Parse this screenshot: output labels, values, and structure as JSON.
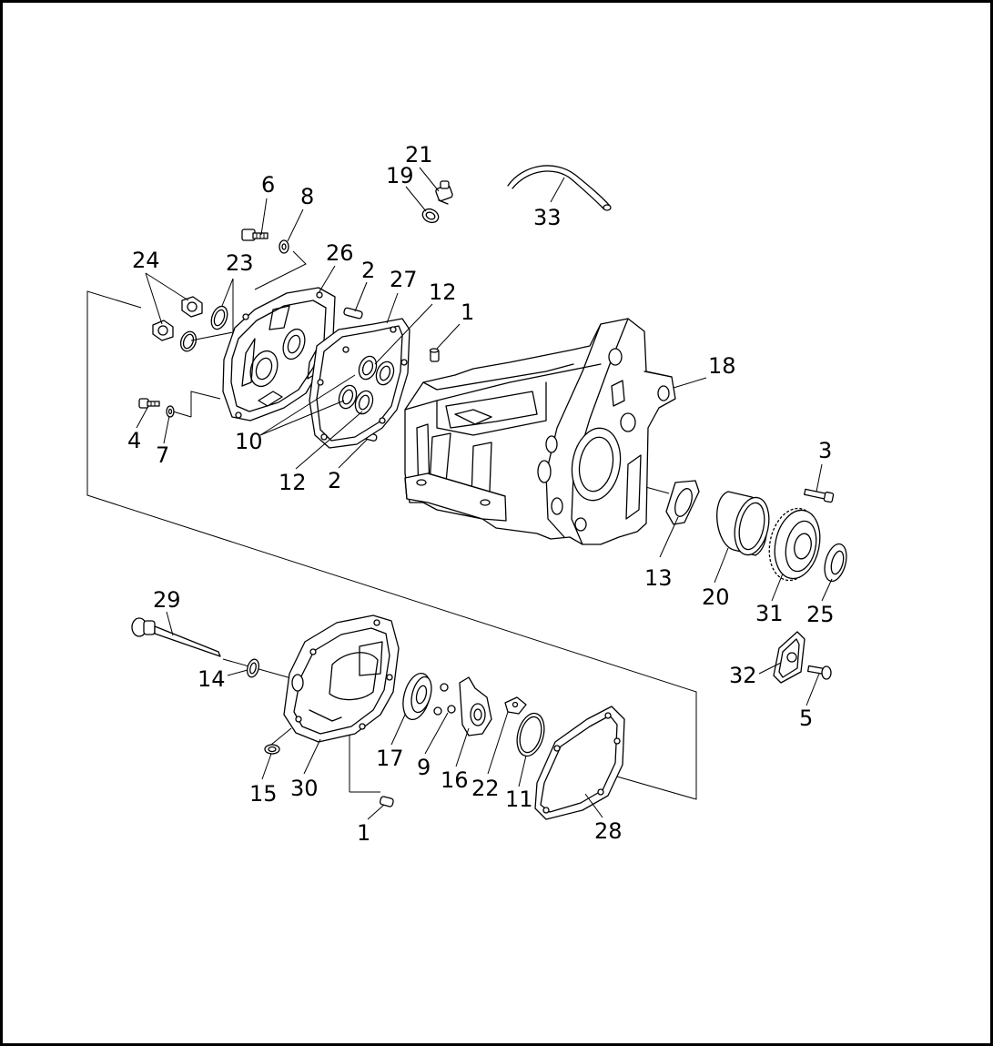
{
  "labels": [
    {
      "id": "l21",
      "text": "21"
    },
    {
      "id": "l19",
      "text": "19"
    },
    {
      "id": "l33",
      "text": "33"
    },
    {
      "id": "l6",
      "text": "6"
    },
    {
      "id": "l8",
      "text": "8"
    },
    {
      "id": "l24",
      "text": "24"
    },
    {
      "id": "l23",
      "text": "23"
    },
    {
      "id": "l26",
      "text": "26"
    },
    {
      "id": "l2a",
      "text": "2"
    },
    {
      "id": "l27",
      "text": "27"
    },
    {
      "id": "l12a",
      "text": "12"
    },
    {
      "id": "l1a",
      "text": "1"
    },
    {
      "id": "l18",
      "text": "18"
    },
    {
      "id": "l4",
      "text": "4"
    },
    {
      "id": "l7",
      "text": "7"
    },
    {
      "id": "l10",
      "text": "10"
    },
    {
      "id": "l12b",
      "text": "12"
    },
    {
      "id": "l2b",
      "text": "2"
    },
    {
      "id": "l3",
      "text": "3"
    },
    {
      "id": "l13",
      "text": "13"
    },
    {
      "id": "l20",
      "text": "20"
    },
    {
      "id": "l31",
      "text": "31"
    },
    {
      "id": "l25",
      "text": "25"
    },
    {
      "id": "l29",
      "text": "29"
    },
    {
      "id": "l14",
      "text": "14"
    },
    {
      "id": "l32",
      "text": "32"
    },
    {
      "id": "l5",
      "text": "5"
    },
    {
      "id": "l17",
      "text": "17"
    },
    {
      "id": "l9",
      "text": "9"
    },
    {
      "id": "l16",
      "text": "16"
    },
    {
      "id": "l22",
      "text": "22"
    },
    {
      "id": "l11",
      "text": "11"
    },
    {
      "id": "l15",
      "text": "15"
    },
    {
      "id": "l30",
      "text": "30"
    },
    {
      "id": "l28",
      "text": "28"
    },
    {
      "id": "l1b",
      "text": "1"
    }
  ]
}
